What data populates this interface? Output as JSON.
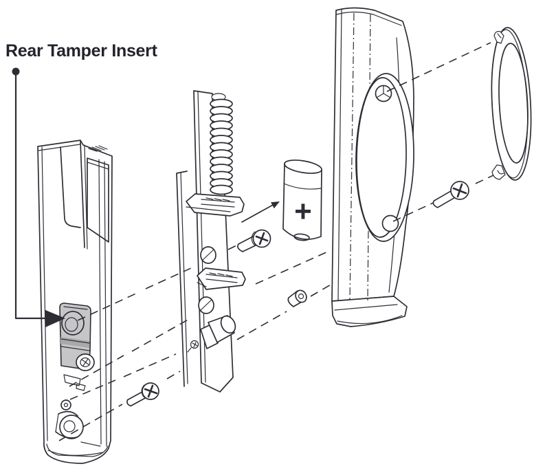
{
  "title": "Rear Tamper Insert",
  "battery_polarity": "+",
  "colors": {
    "line": "#2d2d35",
    "text": "#23232b",
    "insert_fill": "#c6c6c8",
    "insert_shade": "#a9a9ac",
    "background": "#ffffff"
  },
  "parts": [
    "back-plate",
    "rear-tamper-insert",
    "leader-arrow",
    "circuit-board-assembly",
    "coil-spring",
    "battery-clip-top",
    "battery-clip-bottom",
    "battery",
    "battery-arrow",
    "mounting-screw-bottom",
    "mounting-screw-middle",
    "mounting-screw-right",
    "spacer-bushing",
    "front-cover",
    "lens-cover",
    "assembly-axis-lines"
  ]
}
